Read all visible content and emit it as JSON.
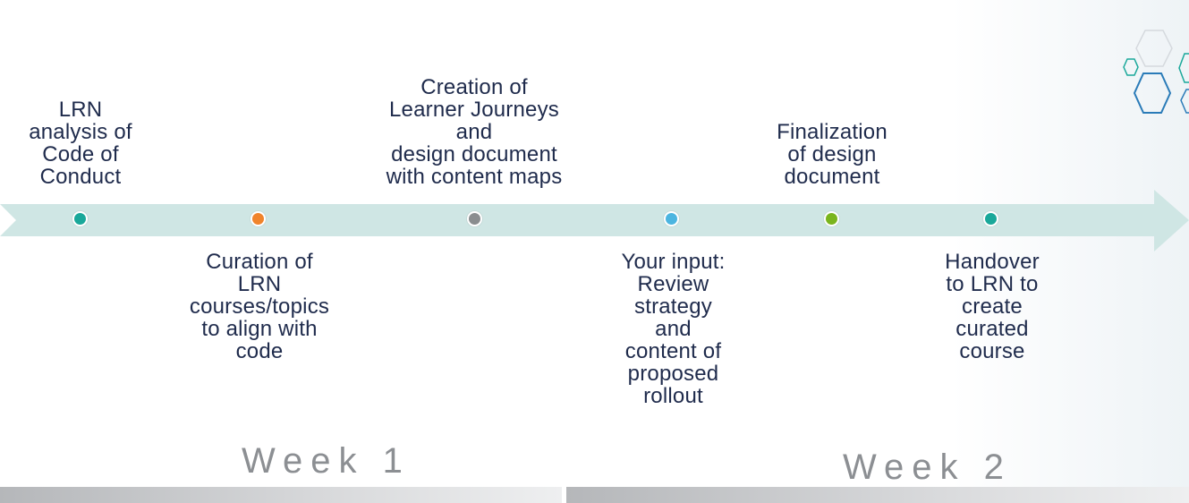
{
  "steps_above": [
    {
      "text": "LRN\nanalysis of\nCode of\nConduct"
    },
    {
      "text": "Creation of\nLearner Journeys\nand\ndesign document\nwith content maps"
    },
    {
      "text": "Finalization\nof design\ndocument"
    }
  ],
  "steps_below": [
    {
      "text": "Curation of\nLRN\ncourses/topics\nto align with\ncode"
    },
    {
      "text": "Your input:\nReview\nstrategy\nand\ncontent of\nproposed\nrollout"
    },
    {
      "text": "Handover\nto LRN to\ncreate\ncurated\ncourse"
    }
  ],
  "milestone_colors": [
    "#1aa89a",
    "#f0842c",
    "#8a8d8f",
    "#4cb5e0",
    "#7ab51d",
    "#1aa89a"
  ],
  "arrow_color": "#cfe6e4",
  "weeks": [
    {
      "label": "Week 1"
    },
    {
      "label": "Week 2"
    }
  ]
}
